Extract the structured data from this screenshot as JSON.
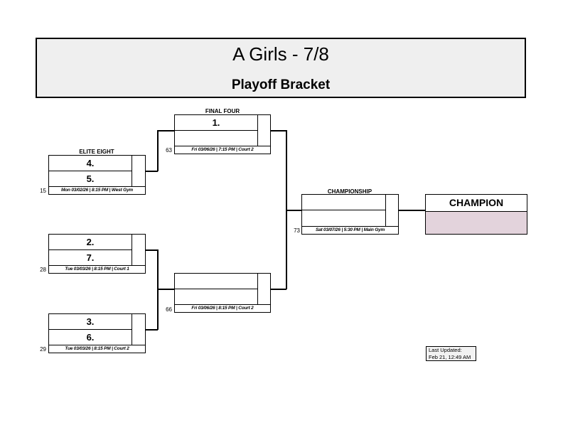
{
  "header": {
    "title": "A Girls - 7/8",
    "subtitle": "Playoff Bracket"
  },
  "rounds": {
    "elite_eight": "ELITE EIGHT",
    "final_four": "FINAL FOUR",
    "championship": "CHAMPIONSHIP",
    "champion": "CHAMPION"
  },
  "games": {
    "g15": {
      "number": "15",
      "top": "4.",
      "bottom": "5.",
      "info": "Mon 03/02/26 | 8:15 PM | West Gym"
    },
    "g28": {
      "number": "28",
      "top": "2.",
      "bottom": "7.",
      "info": "Tue 03/03/26 | 8:15 PM | Court 1"
    },
    "g29": {
      "number": "29",
      "top": "3.",
      "bottom": "6.",
      "info": "Tue 03/03/26 | 8:15 PM | Court 2"
    },
    "g63": {
      "number": "63",
      "top": "1.",
      "bottom": "",
      "info": "Fri 03/06/26 | 7:15 PM | Court 2"
    },
    "g66": {
      "number": "66",
      "top": "",
      "bottom": "",
      "info": "Fri 03/06/26 | 8:15 PM | Court 2"
    },
    "g73": {
      "number": "73",
      "top": "",
      "bottom": "",
      "info": "Sat 03/07/26 | 5:30 PM | Main Gym"
    }
  },
  "champion_fill_color": "#e3d3dc",
  "header_bg_color": "#efefef",
  "last_updated": {
    "label": "Last Updated:",
    "value": "Feb 21, 12:49 AM"
  }
}
